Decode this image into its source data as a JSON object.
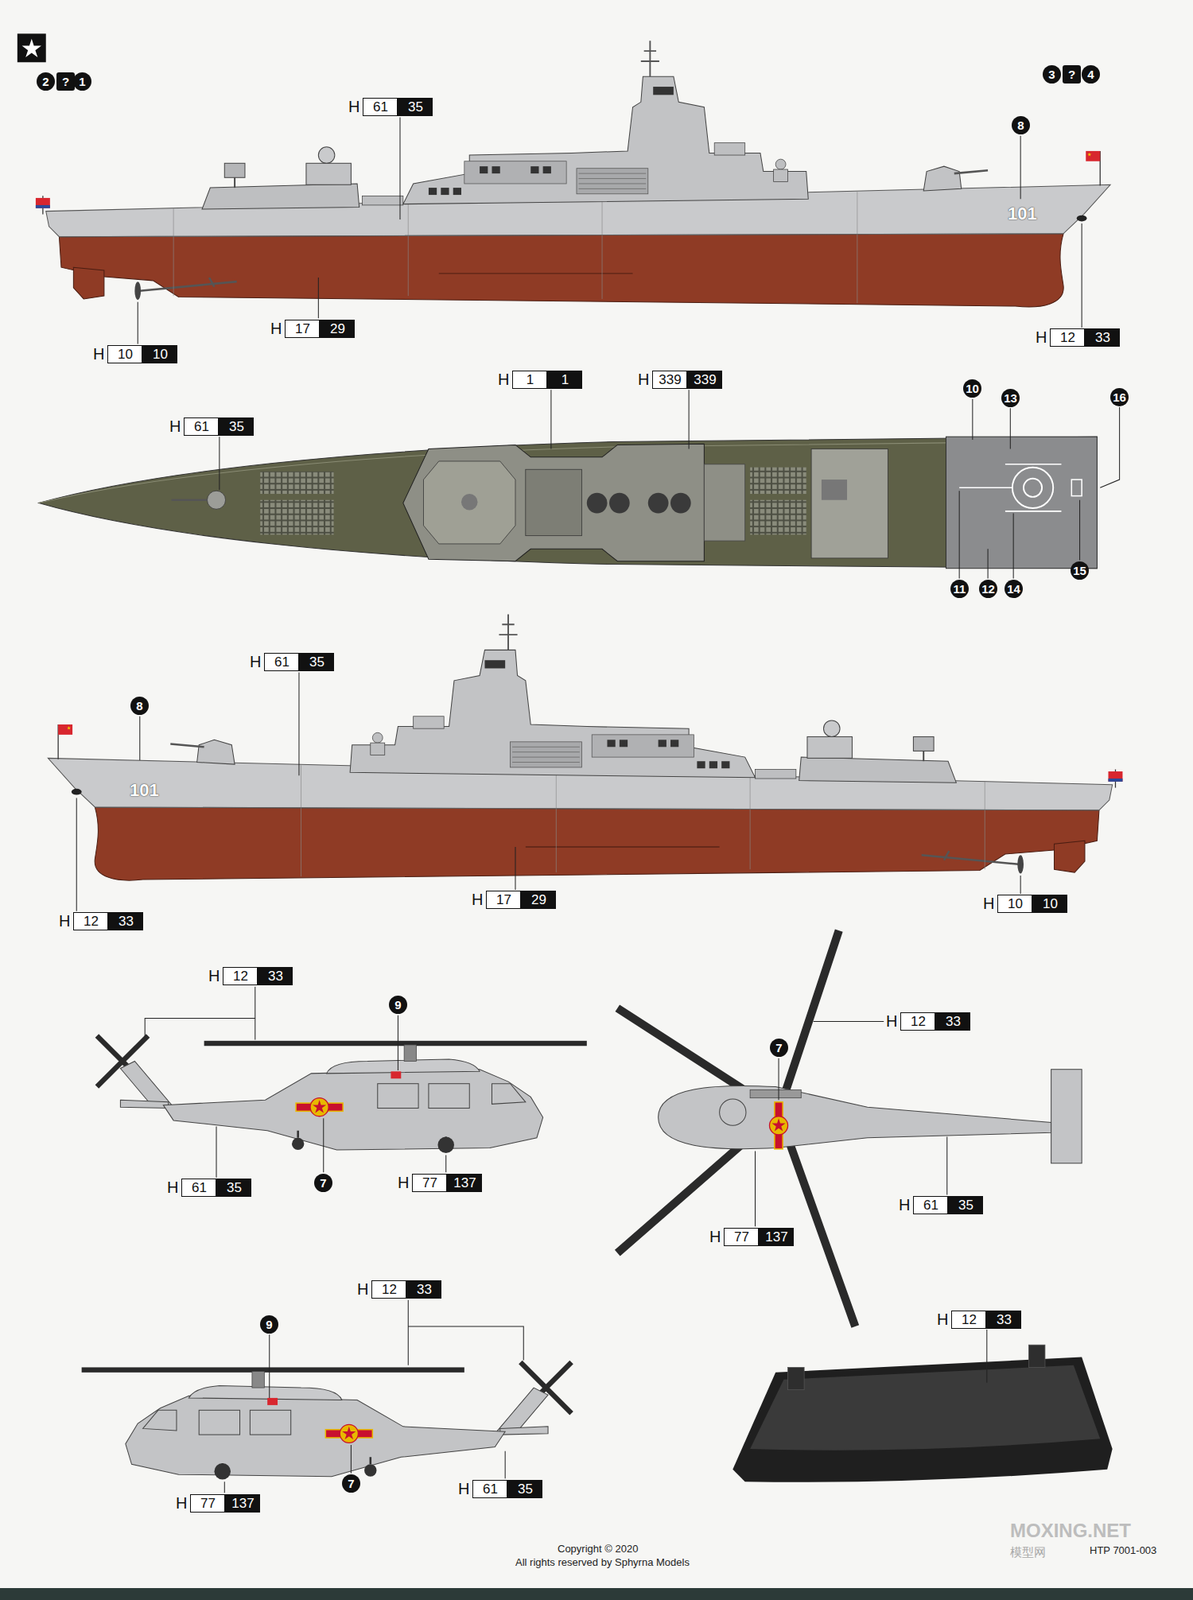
{
  "diagram": {
    "nodes": [
      {
        "text": [
          "2"
        ]
      },
      {
        "text": [
          "?"
        ]
      },
      {
        "text": [
          "1"
        ]
      },
      {
        "text": [
          "3"
        ]
      },
      {
        "text": [
          "?"
        ]
      },
      {
        "text": [
          "4"
        ]
      },
      {
        "text": [
          "H",
          "61",
          "35"
        ]
      },
      {
        "text": [
          "8"
        ]
      },
      {
        "text": [
          "H",
          "17",
          "29"
        ]
      },
      {
        "text": [
          "H",
          "12",
          "33"
        ]
      },
      {
        "text": [
          "H",
          "10",
          "10"
        ]
      },
      {
        "text": [
          "H",
          "1",
          "1"
        ]
      },
      {
        "text": [
          "H",
          "339",
          "339"
        ]
      },
      {
        "text": [
          "10"
        ]
      },
      {
        "text": [
          "13"
        ]
      },
      {
        "text": [
          "16"
        ]
      },
      {
        "text": [
          "H",
          "61",
          "35"
        ]
      },
      {
        "text": [
          "15"
        ]
      },
      {
        "text": [
          "11"
        ]
      },
      {
        "text": [
          "12"
        ]
      },
      {
        "text": [
          "14"
        ]
      },
      {
        "text": [
          "H",
          "61",
          "35"
        ]
      },
      {
        "text": [
          "8"
        ]
      },
      {
        "text": [
          "H",
          "17",
          "29"
        ]
      },
      {
        "text": [
          "H",
          "10",
          "10"
        ]
      },
      {
        "text": [
          "H",
          "12",
          "33"
        ]
      },
      {
        "text": [
          "H",
          "12",
          "33"
        ]
      },
      {
        "text": [
          "9"
        ]
      },
      {
        "text": [
          "H",
          "12",
          "33"
        ]
      },
      {
        "text": [
          "7"
        ]
      },
      {
        "text": [
          "7"
        ]
      },
      {
        "text": [
          "H",
          "61",
          "35"
        ]
      },
      {
        "text": [
          "H",
          "77",
          "137"
        ]
      },
      {
        "text": [
          "H",
          "61",
          "35"
        ]
      },
      {
        "text": [
          "H",
          "77",
          "137"
        ]
      },
      {
        "text": [
          "H",
          "12",
          "33"
        ]
      },
      {
        "text": [
          "H",
          "12",
          "33"
        ]
      },
      {
        "text": [
          "9"
        ]
      },
      {
        "text": [
          "7"
        ]
      },
      {
        "text": [
          "H",
          "61",
          "35"
        ]
      },
      {
        "text": [
          "H",
          "77",
          "137"
        ]
      }
    ],
    "labels": [
      "101",
      "101",
      "Copyright © 2020",
      "All rights reserved by Sphyrna Models",
      "MOXING.NET",
      "模型网",
      "HTP 7001-003"
    ]
  }
}
